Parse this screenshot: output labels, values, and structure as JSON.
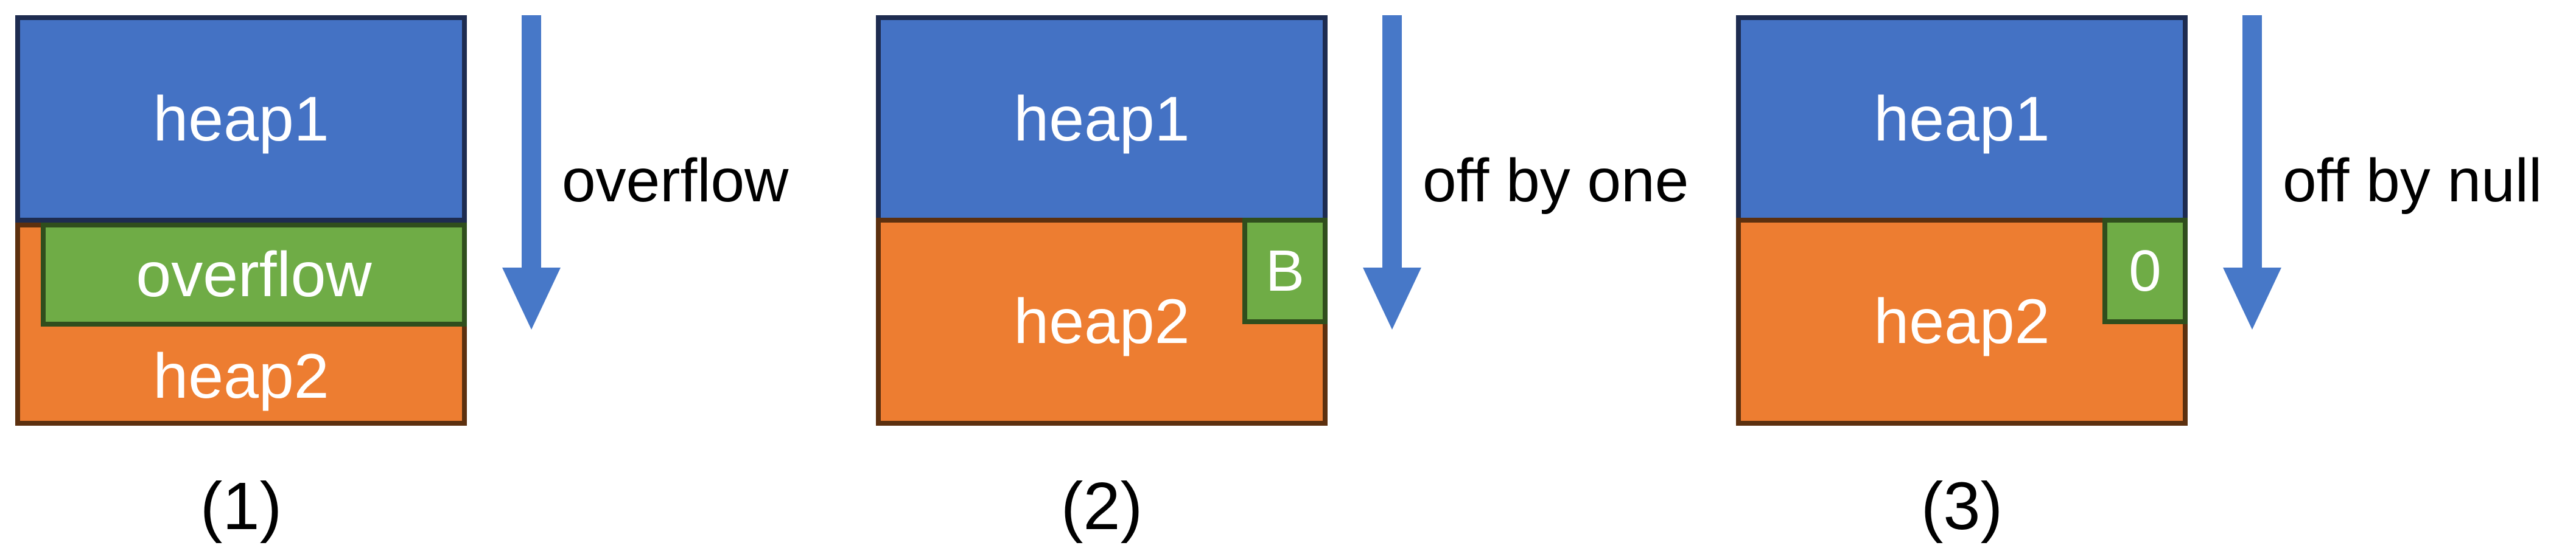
{
  "colors": {
    "blue": "#4472C4",
    "navy": "#1E2C50",
    "orange": "#ED7D31",
    "brown": "#5C300F",
    "green": "#6FAC46",
    "darkgreen": "#304E1D",
    "arrow": "#4778C8",
    "ink": "#000000",
    "boxlabel": "#FFFFFF",
    "bg": "#FFFFFF"
  },
  "panels": [
    {
      "caption": "(1)",
      "arrow_label": "overflow",
      "blocks": {
        "heap1": "heap1",
        "heap2": "heap2",
        "green": "overflow"
      }
    },
    {
      "caption": "(2)",
      "arrow_label": "off by one",
      "blocks": {
        "heap1": "heap1",
        "heap2": "heap2",
        "green": "B"
      }
    },
    {
      "caption": "(3)",
      "arrow_label": "off by null",
      "blocks": {
        "heap1": "heap1",
        "heap2": "heap2",
        "green": "0"
      }
    }
  ]
}
